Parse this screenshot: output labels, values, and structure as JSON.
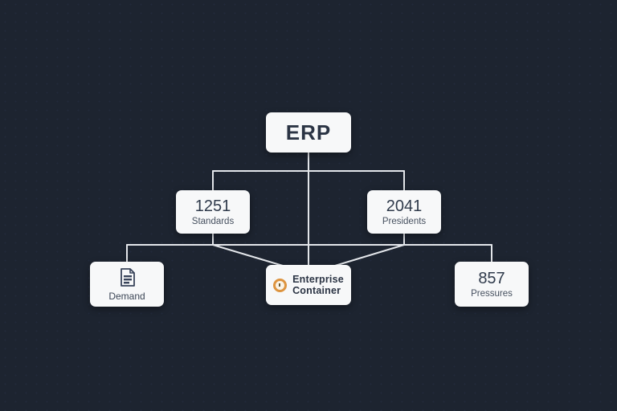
{
  "diagram": {
    "type": "org-chart",
    "title": "ERP hierarchy diagram",
    "colors": {
      "background": "#1d2430",
      "node_fill": "#f7f8f9",
      "node_text": "#2b3444",
      "subtitle_text": "#46505f",
      "connector": "#e3e6ea",
      "accent_orange": "#dd9440"
    },
    "nodes": {
      "root": {
        "label": "ERP"
      },
      "standards": {
        "value": "1251",
        "label": "Standards"
      },
      "presidents": {
        "value": "2041",
        "label": "Presidents"
      },
      "demand": {
        "label": "Demand",
        "icon": "document-icon"
      },
      "enterprise": {
        "label_line1": "Enterprise",
        "label_line2": "Container",
        "icon": "orange-ring-icon"
      },
      "pressures": {
        "value": "857",
        "label": "Pressures"
      }
    },
    "edges": [
      {
        "from": "ERP",
        "to": "1251 Standards"
      },
      {
        "from": "ERP",
        "to": "2041 Presidents"
      },
      {
        "from": "ERP",
        "to": "Enterprise Container"
      },
      {
        "from": "1251 Standards",
        "to": "Demand"
      },
      {
        "from": "1251 Standards",
        "to": "Enterprise Container"
      },
      {
        "from": "2041 Presidents",
        "to": "Enterprise Container"
      },
      {
        "from": "2041 Presidents",
        "to": "857 Pressures"
      }
    ]
  }
}
